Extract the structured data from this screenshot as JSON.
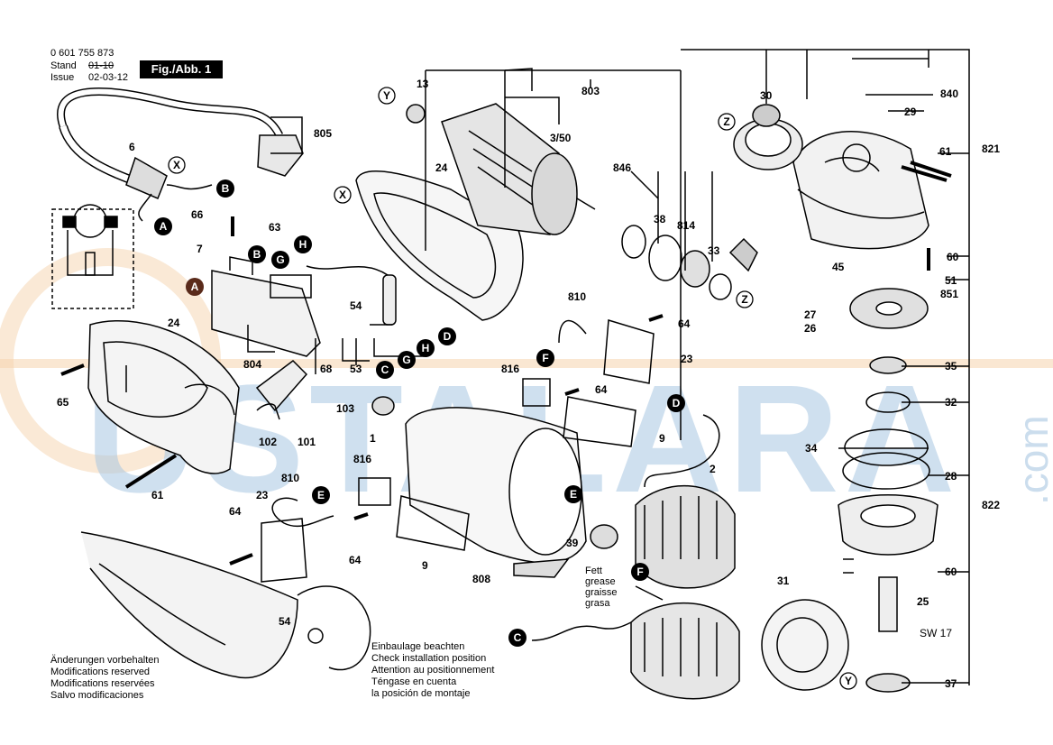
{
  "header": {
    "part_no": "0 601 755 873",
    "stand_label": "Stand",
    "issue_label": "Issue",
    "stand_value": "01-10",
    "issue_value": "02-03-12",
    "figure": "Fig./Abb. 1"
  },
  "watermark": {
    "text": "USTALARA",
    "domain": ".com",
    "color": "#9fc1de",
    "accent": "#f4c99a"
  },
  "notes": {
    "modifications": [
      "Änderungen vorbehalten",
      "Modifications reserved",
      "Modifications reservées",
      "Salvo modificaciones"
    ],
    "installation": [
      "Einbaulage beachten",
      "Check installation position",
      "Attention au positionnement",
      "Téngase en cuenta",
      "la posición de montaje"
    ],
    "grease": [
      "Fett",
      "grease",
      "graisse",
      "grasa"
    ]
  },
  "labels": {
    "p13": "13",
    "p803": "803",
    "p840": "840",
    "p30": "30",
    "p29": "29",
    "p805": "805",
    "p6": "6",
    "p350": "3/50",
    "p24a": "24",
    "p846": "846",
    "p821": "821",
    "p61a": "61",
    "p66": "66",
    "p63": "63",
    "p7": "7",
    "p38": "38",
    "p814": "814",
    "p33": "33",
    "p60a": "60",
    "p45": "45",
    "p51": "51",
    "p851": "851",
    "p54a": "54",
    "p810a": "810",
    "p64a": "64",
    "p27": "27",
    "p26": "26",
    "p24b": "24",
    "p804": "804",
    "p68": "68",
    "p53": "53",
    "p23a": "23",
    "p35": "35",
    "p816a": "816",
    "p64b": "64",
    "p65": "65",
    "p103": "103",
    "p32": "32",
    "p9a": "9",
    "p102": "102",
    "p101": "101",
    "p1": "1",
    "p34": "34",
    "p2": "2",
    "p28": "28",
    "p61b": "61",
    "p810b": "810",
    "p816b": "816",
    "p822": "822",
    "p23b": "23",
    "p64c": "64",
    "p64d": "64",
    "p39": "39",
    "p9b": "9",
    "p808": "808",
    "p60b": "60",
    "p31": "31",
    "p25": "25",
    "psw17": "SW 17",
    "p54b": "54",
    "p37": "37"
  },
  "callouts": {
    "A": "A",
    "B": "B",
    "C": "C",
    "D": "D",
    "E": "E",
    "F": "F",
    "G": "G",
    "H": "H",
    "X": "X",
    "Y": "Y",
    "Z": "Z"
  }
}
